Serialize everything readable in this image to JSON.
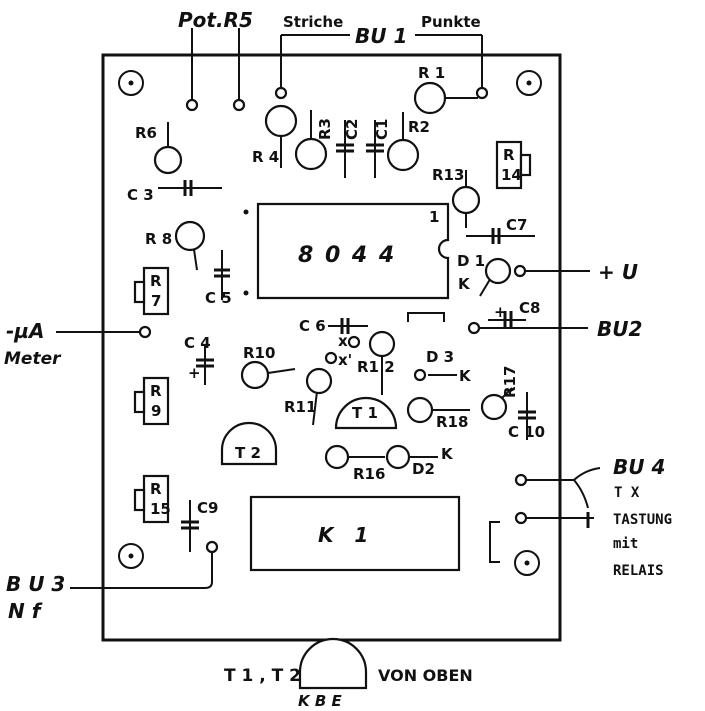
{
  "board": {
    "ic": "8 0 4 4",
    "ic_pin": "1",
    "relay": "K   1"
  },
  "external": {
    "pot": "Pot.R5",
    "striche": "Striche",
    "bu1": "BU 1",
    "punkte": "Punkte",
    "plus_u": "+ U",
    "bu2": "BU2",
    "ua_meter": [
      "-µA",
      "Meter"
    ],
    "bu3": [
      "B U 3",
      "N f"
    ],
    "bu4": [
      "BU 4",
      "T X",
      "TASTUNG",
      "mit",
      "RELAIS"
    ]
  },
  "parts": {
    "r1": "R 1",
    "r2": "R2",
    "r3": "R3",
    "r4": "R 4",
    "r6": "R6",
    "r7": "R\n7",
    "r8": "R 8",
    "r9": "R\n9",
    "r10": "R10",
    "r11": "R11",
    "r12": "R1 2",
    "r13": "R13",
    "r14": "R\n14",
    "r15": "R\n15",
    "r16": "R16",
    "r17": "R17",
    "r18": "R18",
    "c1": "C1",
    "c2": "C2",
    "c3": "C 3",
    "c4": "C 4",
    "c5": "C 5",
    "c6": "C 6",
    "c7": "C7",
    "c8": "C8",
    "c9": "C9",
    "c10": "C 10",
    "d1": "D 1",
    "d1k": "K",
    "d2": "D2",
    "d2k": "K",
    "d3": "D 3",
    "d3k": "K",
    "t1": "T 1",
    "t2": "T 2",
    "x": "x",
    "x2": "x'"
  },
  "footer": {
    "caption": "T 1 , T 2",
    "pins": "K B E",
    "view": "VON OBEN"
  }
}
